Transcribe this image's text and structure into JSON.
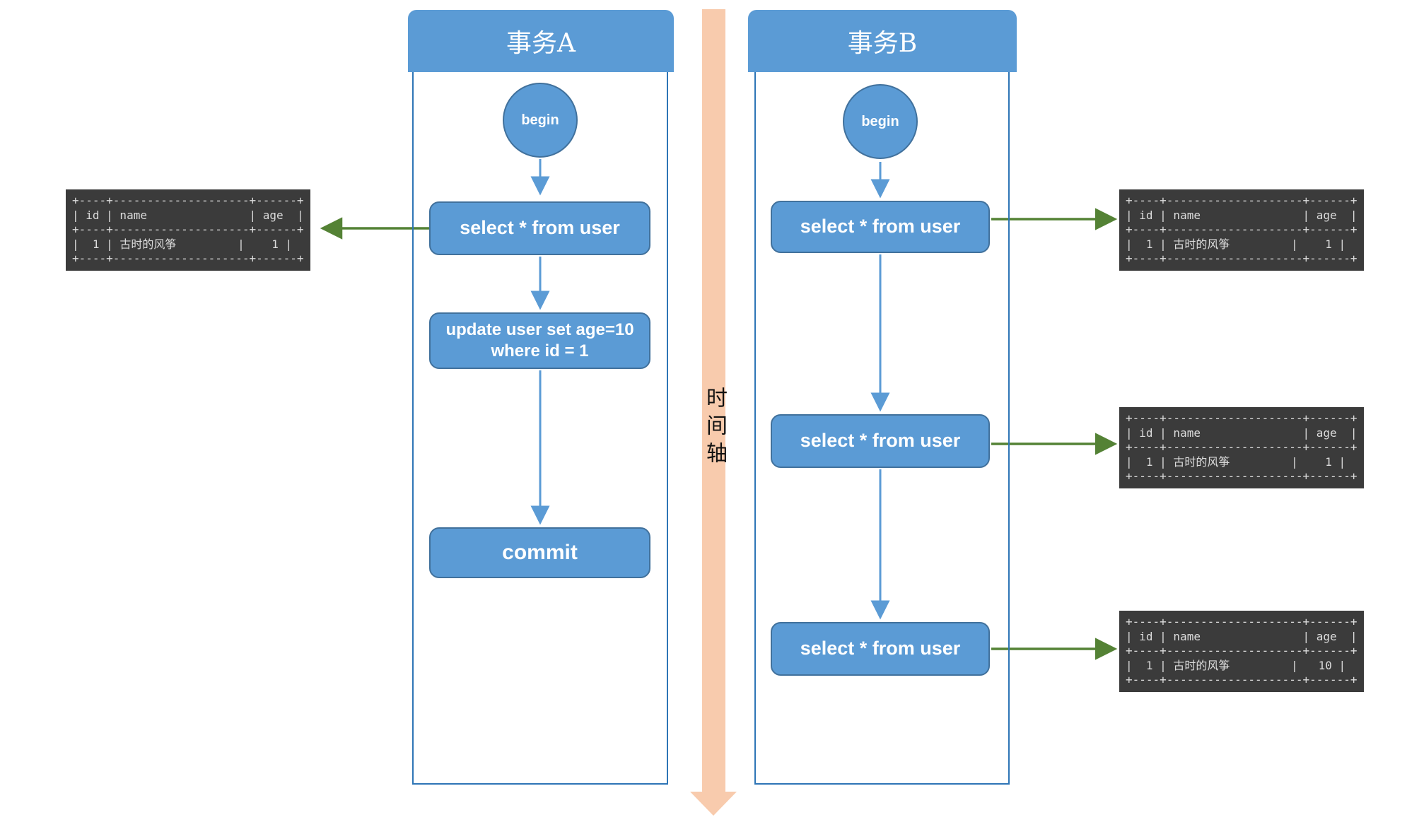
{
  "transaction_a": {
    "title": "事务A",
    "begin_label": "begin",
    "select_label": "select * from user",
    "update_line1": "update user set age=10",
    "update_line2": "where id = 1",
    "commit_label": "commit"
  },
  "transaction_b": {
    "title": "事务B",
    "begin_label": "begin",
    "selects": [
      "select * from user",
      "select * from user",
      "select * from user"
    ]
  },
  "timeline": {
    "label": "时间轴"
  },
  "result_tables": [
    {
      "position": "left-of-transaction-a-select",
      "columns": [
        "id",
        "name",
        "age"
      ],
      "rows": [
        [
          "1",
          "古时的风筝",
          "1"
        ]
      ],
      "text": "+----+--------------------+------+\n| id | name               | age  |\n+----+--------------------+------+\n|  1 | 古时的风筝         |    1 |\n+----+--------------------+------+"
    },
    {
      "position": "right-of-transaction-b-select-1",
      "columns": [
        "id",
        "name",
        "age"
      ],
      "rows": [
        [
          "1",
          "古时的风筝",
          "1"
        ]
      ],
      "text": "+----+--------------------+------+\n| id | name               | age  |\n+----+--------------------+------+\n|  1 | 古时的风筝         |    1 |\n+----+--------------------+------+"
    },
    {
      "position": "right-of-transaction-b-select-2",
      "columns": [
        "id",
        "name",
        "age"
      ],
      "rows": [
        [
          "1",
          "古时的风筝",
          "1"
        ]
      ],
      "text": "+----+--------------------+------+\n| id | name               | age  |\n+----+--------------------+------+\n|  1 | 古时的风筝         |    1 |\n+----+--------------------+------+"
    },
    {
      "position": "right-of-transaction-b-select-3",
      "columns": [
        "id",
        "name",
        "age"
      ],
      "rows": [
        [
          "1",
          "古时的风筝",
          "10"
        ]
      ],
      "text": "+----+--------------------+------+\n| id | name               | age  |\n+----+--------------------+------+\n|  1 | 古时的风筝         |   10 |\n+----+--------------------+------+"
    }
  ],
  "colors": {
    "node_fill": "#5B9BD5",
    "node_border": "#41719C",
    "lane_border": "#2E75B6",
    "green_arrow": "#548235",
    "timeline_band": "#F8CBAD",
    "table_background": "#3B3B3B",
    "table_text": "#DCDCDC"
  }
}
